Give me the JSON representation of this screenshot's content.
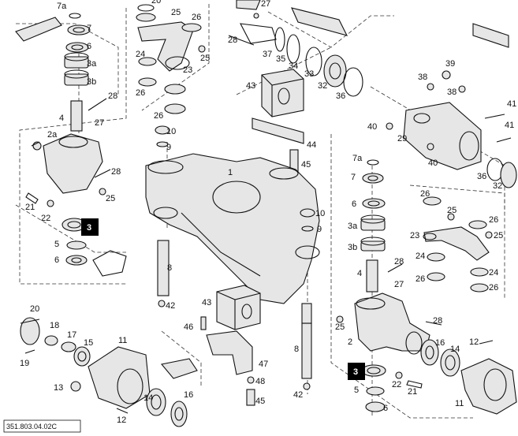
{
  "diagram": {
    "reference_code": "351.803.04.02C",
    "callouts": [
      {
        "id": "c-7a-l",
        "text": "7a"
      },
      {
        "id": "c-20-t",
        "text": "20"
      },
      {
        "id": "c-25-t",
        "text": "25"
      },
      {
        "id": "c-26-t",
        "text": "26"
      },
      {
        "id": "c-27-t",
        "text": "27"
      },
      {
        "id": "c-7-l",
        "text": "7"
      },
      {
        "id": "c-6-l",
        "text": "6"
      },
      {
        "id": "c-3a-l",
        "text": "3a"
      },
      {
        "id": "c-3b-l",
        "text": "3b"
      },
      {
        "id": "c-28-tl",
        "text": "28"
      },
      {
        "id": "c-37",
        "text": "37"
      },
      {
        "id": "c-35",
        "text": "35"
      },
      {
        "id": "c-34",
        "text": "34"
      },
      {
        "id": "c-33",
        "text": "33"
      },
      {
        "id": "c-32-t",
        "text": "32"
      },
      {
        "id": "c-36-t",
        "text": "36"
      },
      {
        "id": "c-24-t",
        "text": "24"
      },
      {
        "id": "c-25-t2",
        "text": "25"
      },
      {
        "id": "c-23-t",
        "text": "23"
      },
      {
        "id": "c-26-t2",
        "text": "26"
      },
      {
        "id": "c-26-t3",
        "text": "26"
      },
      {
        "id": "c-43-t",
        "text": "43"
      },
      {
        "id": "c-39",
        "text": "39"
      },
      {
        "id": "c-38",
        "text": "38"
      },
      {
        "id": "c-38b",
        "text": "38"
      },
      {
        "id": "c-41-r",
        "text": "41"
      },
      {
        "id": "c-41-r2",
        "text": "41"
      },
      {
        "id": "c-4-l",
        "text": "4"
      },
      {
        "id": "c-27-l",
        "text": "27"
      },
      {
        "id": "c-28-l",
        "text": "28"
      },
      {
        "id": "c-2a",
        "text": "2a"
      },
      {
        "id": "c-10-t",
        "text": "10"
      },
      {
        "id": "c-9-t",
        "text": "9"
      },
      {
        "id": "c-40-a",
        "text": "40"
      },
      {
        "id": "c-29",
        "text": "29"
      },
      {
        "id": "c-40-b",
        "text": "40"
      },
      {
        "id": "c-44",
        "text": "44"
      },
      {
        "id": "c-45-t",
        "text": "45"
      },
      {
        "id": "c-1",
        "text": "1"
      },
      {
        "id": "c-28-m",
        "text": "28"
      },
      {
        "id": "c-25-m",
        "text": "25"
      },
      {
        "id": "c-21-l",
        "text": "21"
      },
      {
        "id": "c-22-l",
        "text": "22"
      },
      {
        "id": "c-3-l",
        "text": "3"
      },
      {
        "id": "c-5-l",
        "text": "5"
      },
      {
        "id": "c-6-l2",
        "text": "6"
      },
      {
        "id": "c-8-m",
        "text": "8"
      },
      {
        "id": "c-42-m",
        "text": "42"
      },
      {
        "id": "c-10-m",
        "text": "10"
      },
      {
        "id": "c-9-m",
        "text": "9"
      },
      {
        "id": "c-7a-r",
        "text": "7a"
      },
      {
        "id": "c-7-r",
        "text": "7"
      },
      {
        "id": "c-6-r",
        "text": "6"
      },
      {
        "id": "c-3a-r",
        "text": "3a"
      },
      {
        "id": "c-3b-r",
        "text": "3b"
      },
      {
        "id": "c-4-r",
        "text": "4"
      },
      {
        "id": "c-28-r",
        "text": "28"
      },
      {
        "id": "c-27-r",
        "text": "27"
      },
      {
        "id": "c-36-r",
        "text": "36"
      },
      {
        "id": "c-32-r",
        "text": "32"
      },
      {
        "id": "c-26-r",
        "text": "26"
      },
      {
        "id": "c-25-r",
        "text": "25"
      },
      {
        "id": "c-26-r2",
        "text": "26"
      },
      {
        "id": "c-23-r",
        "text": "23"
      },
      {
        "id": "c-25-r2",
        "text": "25"
      },
      {
        "id": "c-24-r",
        "text": "24"
      },
      {
        "id": "c-26-r3",
        "text": "26"
      },
      {
        "id": "c-24-r2",
        "text": "24"
      },
      {
        "id": "c-26-r4",
        "text": "26"
      },
      {
        "id": "c-43-m",
        "text": "43"
      },
      {
        "id": "c-46",
        "text": "46"
      },
      {
        "id": "c-25-r3",
        "text": "25"
      },
      {
        "id": "c-2-r",
        "text": "2"
      },
      {
        "id": "c-28-r2",
        "text": "28"
      },
      {
        "id": "c-16-r",
        "text": "16"
      },
      {
        "id": "c-14-r",
        "text": "14"
      },
      {
        "id": "c-12-r",
        "text": "12"
      },
      {
        "id": "c-20-l",
        "text": "20"
      },
      {
        "id": "c-18",
        "text": "18"
      },
      {
        "id": "c-17",
        "text": "17"
      },
      {
        "id": "c-15",
        "text": "15"
      },
      {
        "id": "c-11-l",
        "text": "11"
      },
      {
        "id": "c-19",
        "text": "19"
      },
      {
        "id": "c-8-b",
        "text": "8"
      },
      {
        "id": "c-47",
        "text": "47"
      },
      {
        "id": "c-48",
        "text": "48"
      },
      {
        "id": "c-45-b",
        "text": "45"
      },
      {
        "id": "c-42-b",
        "text": "42"
      },
      {
        "id": "c-3-r",
        "text": "3"
      },
      {
        "id": "c-5-r",
        "text": "5"
      },
      {
        "id": "c-6-r2",
        "text": "6"
      },
      {
        "id": "c-22-r",
        "text": "22"
      },
      {
        "id": "c-21-r",
        "text": "21"
      },
      {
        "id": "c-11-r",
        "text": "11"
      },
      {
        "id": "c-13",
        "text": "13"
      },
      {
        "id": "c-14-b",
        "text": "14"
      },
      {
        "id": "c-16-b",
        "text": "16"
      },
      {
        "id": "c-12-b",
        "text": "12"
      }
    ]
  }
}
